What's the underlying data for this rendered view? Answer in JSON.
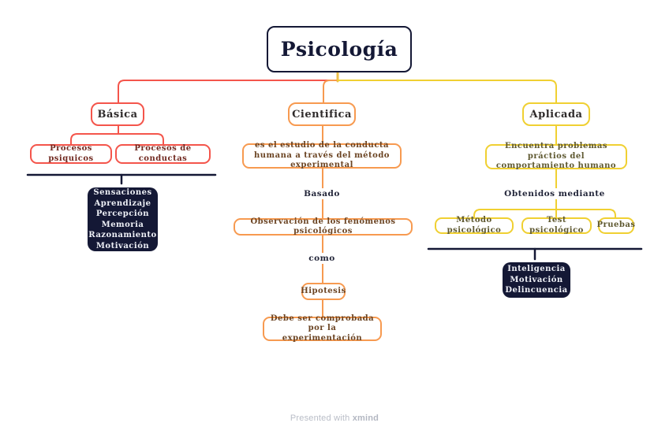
{
  "palette": {
    "navy": "#141835",
    "red": "#f4554b",
    "orange": "#f79a50",
    "yellow": "#f0d032",
    "stub_gold": "#eec04a",
    "footer_gray": "#b9bdc7",
    "background": "#ffffff"
  },
  "root": {
    "title": "Psicología"
  },
  "branches": {
    "basica": {
      "label": "Básica",
      "children": [
        "Procesos psiquicos",
        "Procesos de conductas"
      ],
      "summary": {
        "lines": [
          "Sensaciones",
          "Aprendizaje",
          "Percepción",
          "Memoria",
          "Razonamiento",
          "Motivación"
        ]
      }
    },
    "cientifica": {
      "label": "Cientifica",
      "desc": "es el estudio de la conducta humana a través del método experimental",
      "rel1": "Basado",
      "observacion": "Observación de los fenómenos psicológicos",
      "rel2": "como",
      "hipotesis": "Hipotesis",
      "conclusion": "Debe ser comprobada por la experimentación"
    },
    "aplicada": {
      "label": "Aplicada",
      "desc": "Encuentra problemas práctios del comportamiento humano",
      "rel": "Obtenidos mediante",
      "methods": [
        "Método psicológico",
        "Test psicológico",
        "Pruebas"
      ],
      "summary": {
        "lines": [
          "Inteligencia",
          "Motivación",
          "Delincuencia"
        ]
      }
    }
  },
  "footer": {
    "prefix": "Presented with",
    "brand": "xmind"
  }
}
